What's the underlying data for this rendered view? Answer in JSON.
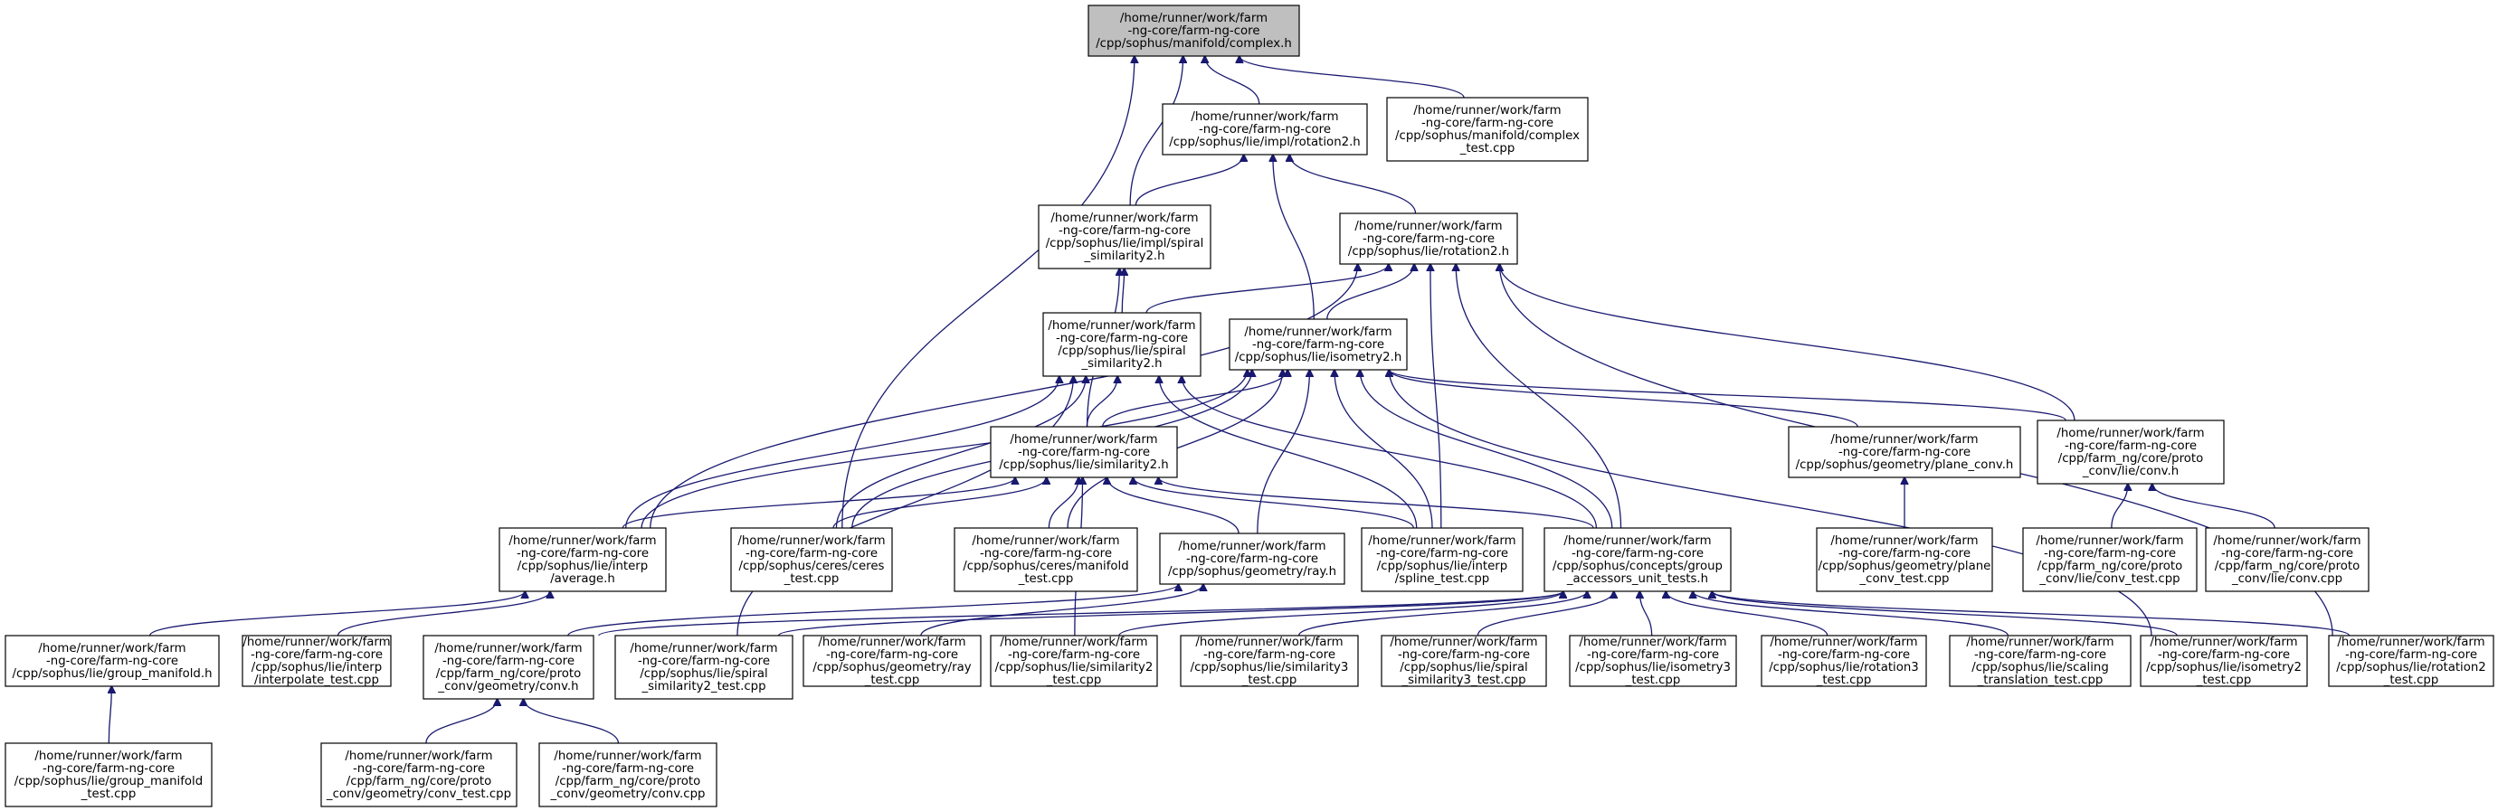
{
  "graph": {
    "edge_color": "#191970",
    "root_fill": "#bfbfbf",
    "node_fill": "#ffffff",
    "nodes": [
      {
        "id": "complex_h",
        "root": true,
        "lines": [
          "/home/runner/work/farm",
          "-ng-core/farm-ng-core",
          "/cpp/sophus/manifold/complex.h"
        ]
      },
      {
        "id": "impl_rotation2_h",
        "lines": [
          "/home/runner/work/farm",
          "-ng-core/farm-ng-core",
          "/cpp/sophus/lie/impl/rotation2.h"
        ]
      },
      {
        "id": "complex_test_cpp",
        "lines": [
          "/home/runner/work/farm",
          "-ng-core/farm-ng-core",
          "/cpp/sophus/manifold/complex",
          "_test.cpp"
        ]
      },
      {
        "id": "impl_spiral_similarity2_h",
        "lines": [
          "/home/runner/work/farm",
          "-ng-core/farm-ng-core",
          "/cpp/sophus/lie/impl/spiral",
          "_similarity2.h"
        ]
      },
      {
        "id": "rotation2_h",
        "lines": [
          "/home/runner/work/farm",
          "-ng-core/farm-ng-core",
          "/cpp/sophus/lie/rotation2.h"
        ]
      },
      {
        "id": "spiral_similarity2_h",
        "lines": [
          "/home/runner/work/farm",
          "-ng-core/farm-ng-core",
          "/cpp/sophus/lie/spiral",
          "_similarity2.h"
        ]
      },
      {
        "id": "isometry2_h",
        "lines": [
          "/home/runner/work/farm",
          "-ng-core/farm-ng-core",
          "/cpp/sophus/lie/isometry2.h"
        ]
      },
      {
        "id": "similarity2_h",
        "lines": [
          "/home/runner/work/farm",
          "-ng-core/farm-ng-core",
          "/cpp/sophus/lie/similarity2.h"
        ]
      },
      {
        "id": "plane_conv_h",
        "lines": [
          "/home/runner/work/farm",
          "-ng-core/farm-ng-core",
          "/cpp/sophus/geometry/plane_conv.h"
        ]
      },
      {
        "id": "proto_lie_conv_h",
        "lines": [
          "/home/runner/work/farm",
          "-ng-core/farm-ng-core",
          "/cpp/farm_ng/core/proto",
          "_conv/lie/conv.h"
        ]
      },
      {
        "id": "interp_average_h",
        "lines": [
          "/home/runner/work/farm",
          "-ng-core/farm-ng-core",
          "/cpp/sophus/lie/interp",
          "/average.h"
        ]
      },
      {
        "id": "ceres_test_cpp",
        "lines": [
          "/home/runner/work/farm",
          "-ng-core/farm-ng-core",
          "/cpp/sophus/ceres/ceres",
          "_test.cpp"
        ]
      },
      {
        "id": "ceres_manifold_test_cpp",
        "lines": [
          "/home/runner/work/farm",
          "-ng-core/farm-ng-core",
          "/cpp/sophus/ceres/manifold",
          "_test.cpp"
        ]
      },
      {
        "id": "ray_h",
        "lines": [
          "/home/runner/work/farm",
          "-ng-core/farm-ng-core",
          "/cpp/sophus/geometry/ray.h"
        ]
      },
      {
        "id": "interp_spline_test_cpp",
        "lines": [
          "/home/runner/work/farm",
          "-ng-core/farm-ng-core",
          "/cpp/sophus/lie/interp",
          "/spline_test.cpp"
        ]
      },
      {
        "id": "group_accessors_unit_tests_h",
        "lines": [
          "/home/runner/work/farm",
          "-ng-core/farm-ng-core",
          "/cpp/sophus/concepts/group",
          "_accessors_unit_tests.h"
        ]
      },
      {
        "id": "plane_conv_test_cpp",
        "lines": [
          "/home/runner/work/farm",
          "-ng-core/farm-ng-core",
          "/cpp/sophus/geometry/plane",
          "_conv_test.cpp"
        ]
      },
      {
        "id": "proto_lie_conv_test_cpp",
        "lines": [
          "/home/runner/work/farm",
          "-ng-core/farm-ng-core",
          "/cpp/farm_ng/core/proto",
          "_conv/lie/conv_test.cpp"
        ]
      },
      {
        "id": "proto_lie_conv_cpp",
        "lines": [
          "/home/runner/work/farm",
          "-ng-core/farm-ng-core",
          "/cpp/farm_ng/core/proto",
          "_conv/lie/conv.cpp"
        ]
      },
      {
        "id": "group_manifold_h",
        "lines": [
          "/home/runner/work/farm",
          "-ng-core/farm-ng-core",
          "/cpp/sophus/lie/group_manifold.h"
        ]
      },
      {
        "id": "interpolate_test_cpp",
        "lines": [
          "/home/runner/work/farm",
          "-ng-core/farm-ng-core",
          "/cpp/sophus/lie/interp",
          "/interpolate_test.cpp"
        ]
      },
      {
        "id": "proto_geometry_conv_h",
        "lines": [
          "/home/runner/work/farm",
          "-ng-core/farm-ng-core",
          "/cpp/farm_ng/core/proto",
          "_conv/geometry/conv.h"
        ]
      },
      {
        "id": "spiral_similarity2_test_cpp",
        "lines": [
          "/home/runner/work/farm",
          "-ng-core/farm-ng-core",
          "/cpp/sophus/lie/spiral",
          "_similarity2_test.cpp"
        ]
      },
      {
        "id": "ray_test_cpp",
        "lines": [
          "/home/runner/work/farm",
          "-ng-core/farm-ng-core",
          "/cpp/sophus/geometry/ray",
          "_test.cpp"
        ]
      },
      {
        "id": "similarity2_test_cpp",
        "lines": [
          "/home/runner/work/farm",
          "-ng-core/farm-ng-core",
          "/cpp/sophus/lie/similarity2",
          "_test.cpp"
        ]
      },
      {
        "id": "similarity3_test_cpp",
        "lines": [
          "/home/runner/work/farm",
          "-ng-core/farm-ng-core",
          "/cpp/sophus/lie/similarity3",
          "_test.cpp"
        ]
      },
      {
        "id": "spiral_similarity3_test_cpp",
        "lines": [
          "/home/runner/work/farm",
          "-ng-core/farm-ng-core",
          "/cpp/sophus/lie/spiral",
          "_similarity3_test.cpp"
        ]
      },
      {
        "id": "isometry3_test_cpp",
        "lines": [
          "/home/runner/work/farm",
          "-ng-core/farm-ng-core",
          "/cpp/sophus/lie/isometry3",
          "_test.cpp"
        ]
      },
      {
        "id": "rotation3_test_cpp",
        "lines": [
          "/home/runner/work/farm",
          "-ng-core/farm-ng-core",
          "/cpp/sophus/lie/rotation3",
          "_test.cpp"
        ]
      },
      {
        "id": "scaling_translation_test_cpp",
        "lines": [
          "/home/runner/work/farm",
          "-ng-core/farm-ng-core",
          "/cpp/sophus/lie/scaling",
          "_translation_test.cpp"
        ]
      },
      {
        "id": "isometry2_test_cpp",
        "lines": [
          "/home/runner/work/farm",
          "-ng-core/farm-ng-core",
          "/cpp/sophus/lie/isometry2",
          "_test.cpp"
        ]
      },
      {
        "id": "rotation2_test_cpp",
        "lines": [
          "/home/runner/work/farm",
          "-ng-core/farm-ng-core",
          "/cpp/sophus/lie/rotation2",
          "_test.cpp"
        ]
      },
      {
        "id": "group_manifold_test_cpp",
        "lines": [
          "/home/runner/work/farm",
          "-ng-core/farm-ng-core",
          "/cpp/sophus/lie/group_manifold",
          "_test.cpp"
        ]
      },
      {
        "id": "proto_geometry_conv_test_cpp",
        "lines": [
          "/home/runner/work/farm",
          "-ng-core/farm-ng-core",
          "/cpp/farm_ng/core/proto",
          "_conv/geometry/conv_test.cpp"
        ]
      },
      {
        "id": "proto_geometry_conv_cpp",
        "lines": [
          "/home/runner/work/farm",
          "-ng-core/farm-ng-core",
          "/cpp/farm_ng/core/proto",
          "_conv/geometry/conv.cpp"
        ]
      }
    ],
    "edges": [
      {
        "from": "impl_rotation2_h",
        "to": "complex_h"
      },
      {
        "from": "complex_test_cpp",
        "to": "complex_h"
      },
      {
        "from": "impl_spiral_similarity2_h",
        "to": "complex_h"
      },
      {
        "from": "ceres_test_cpp",
        "to": "complex_h"
      },
      {
        "from": "impl_spiral_similarity2_h",
        "to": "impl_rotation2_h"
      },
      {
        "from": "rotation2_h",
        "to": "impl_rotation2_h"
      },
      {
        "from": "isometry2_h",
        "to": "impl_rotation2_h"
      },
      {
        "from": "spiral_similarity2_h",
        "to": "impl_spiral_similarity2_h"
      },
      {
        "from": "similarity2_h",
        "to": "impl_spiral_similarity2_h"
      },
      {
        "from": "spiral_similarity2_h",
        "to": "rotation2_h"
      },
      {
        "from": "isometry2_h",
        "to": "rotation2_h"
      },
      {
        "from": "interp_average_h",
        "to": "rotation2_h"
      },
      {
        "from": "interp_spline_test_cpp",
        "to": "rotation2_h"
      },
      {
        "from": "group_accessors_unit_tests_h",
        "to": "rotation2_h"
      },
      {
        "from": "proto_lie_conv_h",
        "to": "rotation2_h"
      },
      {
        "from": "rotation2_test_cpp",
        "to": "rotation2_h"
      },
      {
        "from": "similarity2_h",
        "to": "spiral_similarity2_h"
      },
      {
        "from": "interp_average_h",
        "to": "spiral_similarity2_h"
      },
      {
        "from": "ceres_test_cpp",
        "to": "spiral_similarity2_h"
      },
      {
        "from": "interp_spline_test_cpp",
        "to": "spiral_similarity2_h"
      },
      {
        "from": "group_accessors_unit_tests_h",
        "to": "spiral_similarity2_h"
      },
      {
        "from": "spiral_similarity2_test_cpp",
        "to": "spiral_similarity2_h"
      },
      {
        "from": "similarity2_h",
        "to": "isometry2_h"
      },
      {
        "from": "interp_average_h",
        "to": "isometry2_h"
      },
      {
        "from": "ceres_test_cpp",
        "to": "isometry2_h"
      },
      {
        "from": "ceres_manifold_test_cpp",
        "to": "isometry2_h"
      },
      {
        "from": "ray_h",
        "to": "isometry2_h"
      },
      {
        "from": "interp_spline_test_cpp",
        "to": "isometry2_h"
      },
      {
        "from": "group_accessors_unit_tests_h",
        "to": "isometry2_h"
      },
      {
        "from": "plane_conv_h",
        "to": "isometry2_h"
      },
      {
        "from": "proto_lie_conv_h",
        "to": "isometry2_h"
      },
      {
        "from": "isometry2_test_cpp",
        "to": "isometry2_h"
      },
      {
        "from": "interp_average_h",
        "to": "similarity2_h"
      },
      {
        "from": "ceres_test_cpp",
        "to": "similarity2_h"
      },
      {
        "from": "ceres_manifold_test_cpp",
        "to": "similarity2_h"
      },
      {
        "from": "ray_h",
        "to": "similarity2_h"
      },
      {
        "from": "interp_spline_test_cpp",
        "to": "similarity2_h"
      },
      {
        "from": "group_accessors_unit_tests_h",
        "to": "similarity2_h"
      },
      {
        "from": "similarity2_test_cpp",
        "to": "similarity2_h"
      },
      {
        "from": "plane_conv_test_cpp",
        "to": "plane_conv_h"
      },
      {
        "from": "proto_lie_conv_test_cpp",
        "to": "proto_lie_conv_h"
      },
      {
        "from": "proto_lie_conv_cpp",
        "to": "proto_lie_conv_h"
      },
      {
        "from": "group_manifold_h",
        "to": "interp_average_h"
      },
      {
        "from": "interpolate_test_cpp",
        "to": "interp_average_h"
      },
      {
        "from": "proto_geometry_conv_h",
        "to": "ray_h"
      },
      {
        "from": "ray_test_cpp",
        "to": "ray_h"
      },
      {
        "from": "proto_geometry_conv_h",
        "to": "group_accessors_unit_tests_h"
      },
      {
        "from": "spiral_similarity2_test_cpp",
        "to": "group_accessors_unit_tests_h"
      },
      {
        "from": "similarity2_test_cpp",
        "to": "group_accessors_unit_tests_h"
      },
      {
        "from": "similarity3_test_cpp",
        "to": "group_accessors_unit_tests_h"
      },
      {
        "from": "spiral_similarity3_test_cpp",
        "to": "group_accessors_unit_tests_h"
      },
      {
        "from": "isometry3_test_cpp",
        "to": "group_accessors_unit_tests_h"
      },
      {
        "from": "rotation3_test_cpp",
        "to": "group_accessors_unit_tests_h"
      },
      {
        "from": "scaling_translation_test_cpp",
        "to": "group_accessors_unit_tests_h"
      },
      {
        "from": "isometry2_test_cpp",
        "to": "group_accessors_unit_tests_h"
      },
      {
        "from": "rotation2_test_cpp",
        "to": "group_accessors_unit_tests_h"
      },
      {
        "from": "group_manifold_test_cpp",
        "to": "group_manifold_h"
      },
      {
        "from": "proto_geometry_conv_test_cpp",
        "to": "proto_geometry_conv_h"
      },
      {
        "from": "proto_geometry_conv_cpp",
        "to": "proto_geometry_conv_h"
      }
    ]
  }
}
